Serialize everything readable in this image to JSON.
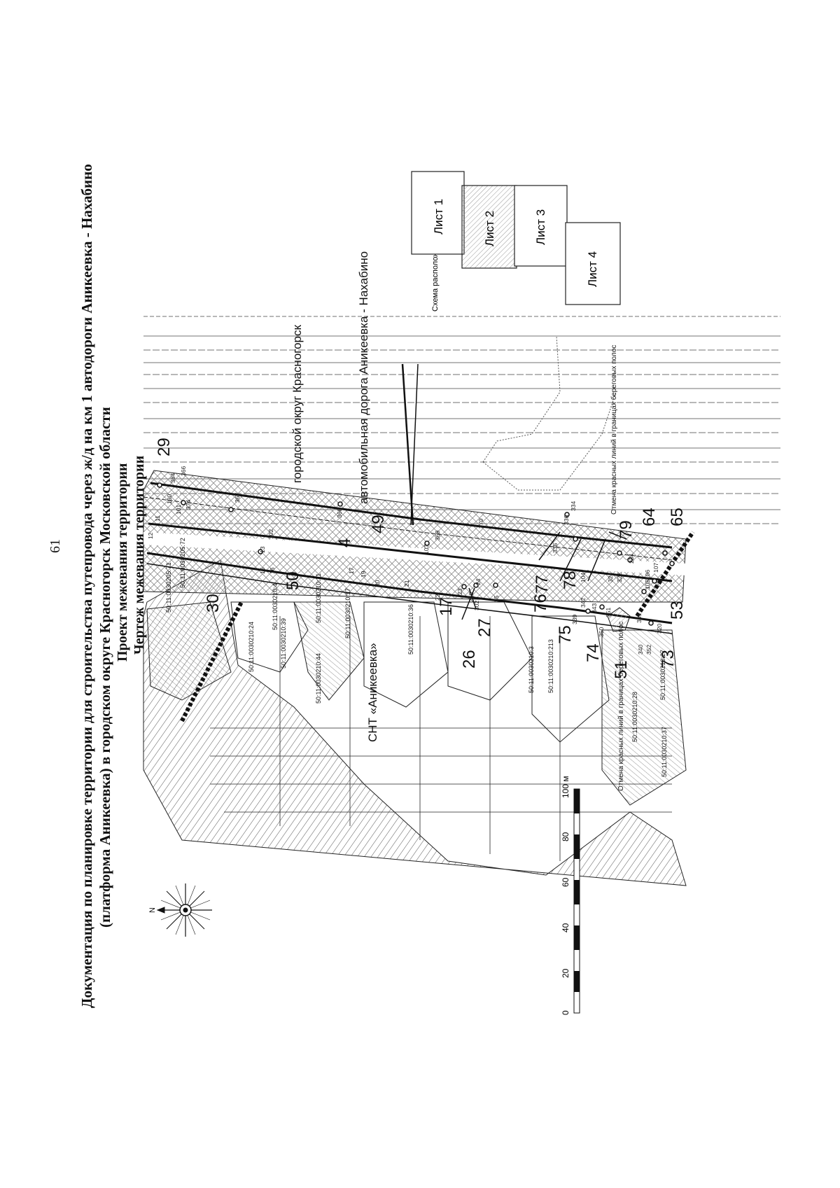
{
  "page": {
    "number": "61"
  },
  "header": {
    "title_line1": "Документация по планировке территории для строительства путепровода через ж/д на км 1 автодороги Аникеевка - Нахабино",
    "title_line2": "(платформа Аникеевка) в городском округе Красногорск Московской области",
    "project": "Проект межевания территории",
    "drawing": "Чертеж межевания территории"
  },
  "sheet_scheme": {
    "caption": "Схема расположения листов:",
    "sheets": [
      "Лист 1",
      "Лист 2",
      "Лист 3",
      "Лист 4"
    ],
    "current_sheet": "Лист 2"
  },
  "scale_bar": {
    "ticks": [
      "0",
      "20",
      "40",
      "60",
      "80",
      "100 м"
    ]
  },
  "compass": {
    "north_label": "N"
  },
  "map": {
    "areas": {
      "municipality": "городской округ Красногорск",
      "road": "автомобильная дорога Аникеевка - Нахабино",
      "snt": "СНТ «Аникеевка»"
    },
    "notes": {
      "red_lines_cancel_left": "Отмена красных линий в границах береговых полос",
      "red_lines_cancel_right": "Отмена красных линий в границах береговых полос"
    },
    "zone_labels": [
      "29",
      "49",
      "4",
      "50",
      "30",
      "17",
      "26",
      "27",
      "76",
      "75",
      "74",
      "51",
      "73",
      "53",
      "77",
      "78",
      "79",
      "64",
      "65"
    ],
    "cadastral_labels": [
      "50:11:0030205:71",
      "50:11:0030205:72",
      "50:11:0030210:4",
      "50:11:0030210:11",
      "50:11:0030210:17",
      "50:11:0030210:36",
      "50:11:0030210:24",
      "50:11:0030210:39",
      "50:11:0030210:44",
      "50:11:0030210:3",
      "50:11:0030210:213",
      "50:11:0030210:28",
      "50:11:0030210:37",
      "50:11:0030210:27"
    ],
    "point_labels": [
      "364",
      "366",
      "100",
      "101",
      "374",
      "367",
      "368",
      "12",
      "11",
      "102",
      "13",
      "15",
      "16",
      "17",
      "19",
      "20",
      "21",
      "22",
      "23",
      "24",
      "25",
      "103",
      "104",
      "105",
      "106",
      "107",
      "369",
      "370",
      "334",
      "335",
      "336",
      "268",
      "302",
      "339",
      "340",
      "341",
      "342",
      "343",
      "350",
      "351",
      "352",
      "320",
      "321",
      "322",
      "234"
    ]
  }
}
